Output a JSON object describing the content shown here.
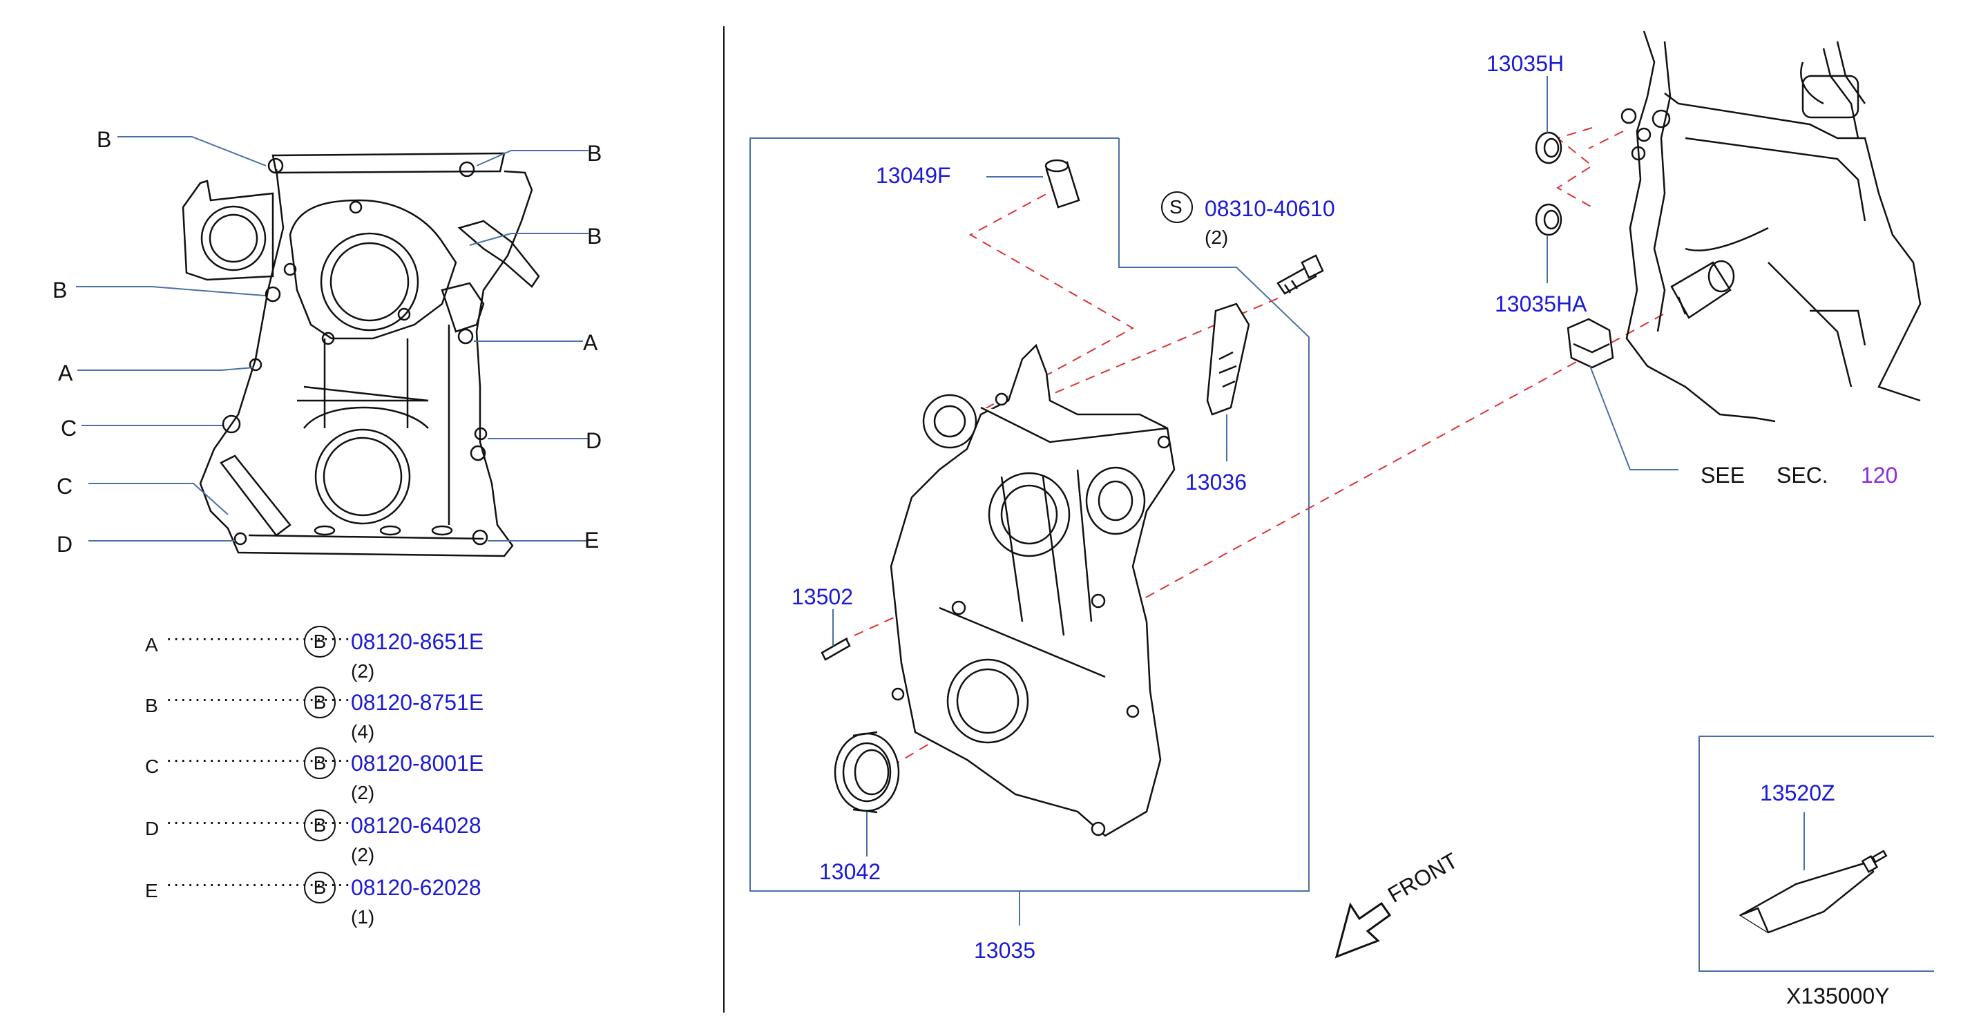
{
  "colors": {
    "part_number": "#1a1ad6",
    "line": "#111111",
    "leader": "#4a6fa5",
    "dashed": "#e03030",
    "section_ref": "#8a2be2"
  },
  "left_view": {
    "pos_labels": [
      "B",
      "B",
      "B",
      "B",
      "A",
      "A",
      "C",
      "C",
      "D",
      "D",
      "E"
    ]
  },
  "bolt_table": {
    "rows": [
      {
        "letter": "A",
        "symbol": "B",
        "part": "08120-8651E",
        "qty": "(2)"
      },
      {
        "letter": "B",
        "symbol": "B",
        "part": "08120-8751E",
        "qty": "(4)"
      },
      {
        "letter": "C",
        "symbol": "B",
        "part": "08120-8001E",
        "qty": "(2)"
      },
      {
        "letter": "D",
        "symbol": "B",
        "part": "08120-64028",
        "qty": "(2)"
      },
      {
        "letter": "E",
        "symbol": "B",
        "part": "08120-62028",
        "qty": "(1)"
      }
    ]
  },
  "parts": {
    "p13049F": "13049F",
    "s_symbol": "S",
    "p08310": "08310-40610",
    "p08310_qty": "(2)",
    "p13036": "13036",
    "p13502": "13502",
    "p13042": "13042",
    "p13035": "13035",
    "p13035H": "13035H",
    "p13035HA": "13035HA",
    "see": "SEE",
    "sec": "SEC.",
    "sec_num": "120",
    "p13520Z": "13520Z",
    "front": "FRONT",
    "code": "X135000Y"
  }
}
